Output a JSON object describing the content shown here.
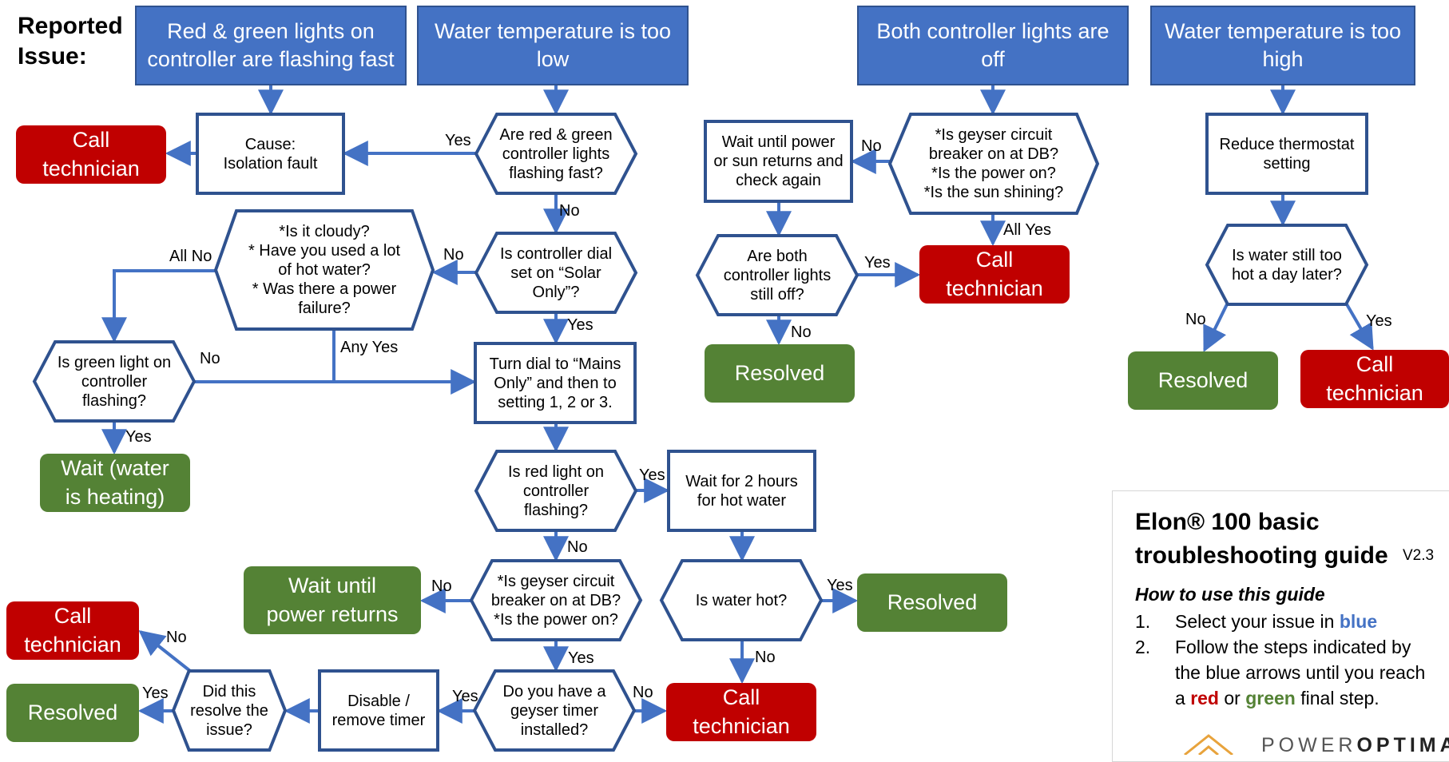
{
  "reported_label": "Reported\nIssue:",
  "colors": {
    "issue_fill": "#4472c4",
    "issue_border": "#2f528f",
    "step_border": "#2f528f",
    "arrow": "#4472c4",
    "call_fill": "#c00000",
    "resolved_fill": "#548235"
  },
  "issues": [
    {
      "id": "i1",
      "text": "Red & green lights on\ncontroller are flashing fast"
    },
    {
      "id": "i2",
      "text": "Water temperature is too\nlow"
    },
    {
      "id": "i3",
      "text": "Both controller lights are\noff"
    },
    {
      "id": "i4",
      "text": "Water temperature is too\nhigh"
    }
  ],
  "steps": [
    {
      "id": "s_cause",
      "shape": "rect",
      "text": "Cause:\nIsolation fault"
    },
    {
      "id": "d_rgflash",
      "shape": "hex",
      "text": "Are red & green\ncontroller lights\nflashing fast?"
    },
    {
      "id": "s_waitpower",
      "shape": "rect",
      "text": "Wait until power\nor sun returns and\ncheck again"
    },
    {
      "id": "d_geyser3",
      "shape": "hex",
      "text": "*Is geyser circuit\nbreaker on at DB?\n*Is the power on?\n*Is the sun shining?"
    },
    {
      "id": "s_reduce",
      "shape": "rect",
      "text": "Reduce thermostat\nsetting"
    },
    {
      "id": "d_cloudy",
      "shape": "hex",
      "text": "*Is it cloudy?\n* Have you used a lot\nof hot water?\n* Was there a power\nfailure?"
    },
    {
      "id": "d_solar",
      "shape": "hex",
      "text": "Is controller dial\nset on “Solar\nOnly”?"
    },
    {
      "id": "d_bothoff",
      "shape": "hex",
      "text": "Are both\ncontroller lights\nstill off?"
    },
    {
      "id": "d_stillhot",
      "shape": "hex",
      "text": "Is water still too\nhot a day later?"
    },
    {
      "id": "d_green",
      "shape": "hex",
      "text": "Is green light on\ncontroller\nflashing?"
    },
    {
      "id": "s_turndial",
      "shape": "rect",
      "text": "Turn dial to “Mains\nOnly” and then to\nsetting 1, 2 or 3."
    },
    {
      "id": "d_redlight",
      "shape": "hex",
      "text": "Is red light on\ncontroller\nflashing?"
    },
    {
      "id": "s_wait2h",
      "shape": "rect",
      "text": "Wait for 2 hours\nfor hot water"
    },
    {
      "id": "d_geyser2",
      "shape": "hex",
      "text": "*Is geyser circuit\nbreaker on at DB?\n*Is the power on?"
    },
    {
      "id": "d_waterhot",
      "shape": "hex",
      "text": "Is water hot?"
    },
    {
      "id": "d_timer",
      "shape": "hex",
      "text": "Do you have a\ngeyser timer\ninstalled?"
    },
    {
      "id": "s_disable",
      "shape": "rect",
      "text": "Disable /\nremove timer"
    },
    {
      "id": "d_resolve",
      "shape": "hex",
      "text": "Did this\nresolve the\nissue?"
    }
  ],
  "outcomes": [
    {
      "id": "o_call1",
      "kind": "call",
      "text": "Call\ntechnician"
    },
    {
      "id": "o_call2",
      "kind": "call",
      "text": "Call\ntechnician"
    },
    {
      "id": "o_res1",
      "kind": "resolved",
      "text": "Resolved"
    },
    {
      "id": "o_res2",
      "kind": "resolved",
      "text": "Resolved"
    },
    {
      "id": "o_call3",
      "kind": "call",
      "text": "Call\ntechnician"
    },
    {
      "id": "o_waitheat",
      "kind": "resolved",
      "text": "Wait (water\nis heating)"
    },
    {
      "id": "o_waitpower",
      "kind": "resolved",
      "text": "Wait until\npower returns"
    },
    {
      "id": "o_res3",
      "kind": "resolved",
      "text": "Resolved"
    },
    {
      "id": "o_call4",
      "kind": "call",
      "text": "Call\ntechnician"
    },
    {
      "id": "o_res4",
      "kind": "resolved",
      "text": "Resolved"
    },
    {
      "id": "o_call5",
      "kind": "call",
      "text": "Call\ntechnician"
    }
  ],
  "edge_labels": [
    {
      "id": "e1",
      "text": "Yes"
    },
    {
      "id": "e2",
      "text": "No"
    },
    {
      "id": "e3",
      "text": "No"
    },
    {
      "id": "e4",
      "text": "All Yes"
    },
    {
      "id": "e5",
      "text": "All No"
    },
    {
      "id": "e6",
      "text": "No"
    },
    {
      "id": "e7",
      "text": "Yes"
    },
    {
      "id": "e8",
      "text": "Yes"
    },
    {
      "id": "e9",
      "text": "No"
    },
    {
      "id": "e10",
      "text": "No"
    },
    {
      "id": "e11",
      "text": "Yes"
    },
    {
      "id": "e12",
      "text": "Any Yes"
    },
    {
      "id": "e13",
      "text": "No"
    },
    {
      "id": "e14",
      "text": "Yes"
    },
    {
      "id": "e15",
      "text": "Yes"
    },
    {
      "id": "e16",
      "text": "No"
    },
    {
      "id": "e17",
      "text": "No"
    },
    {
      "id": "e18",
      "text": "Yes"
    },
    {
      "id": "e19",
      "text": "No"
    },
    {
      "id": "e20",
      "text": "Yes"
    },
    {
      "id": "e21",
      "text": "No"
    },
    {
      "id": "e22",
      "text": "Yes"
    },
    {
      "id": "e23",
      "text": "Yes"
    },
    {
      "id": "e24",
      "text": "No"
    }
  ],
  "guide": {
    "title": "Elon® 100 basic\ntroubleshooting guide",
    "version": "V2.3",
    "how_heading": "How to use this guide",
    "step1_num": "1.",
    "step1_pre": "Select your issue in ",
    "step1_kw": "blue",
    "step2_num": "2.",
    "step2_line1": "Follow the steps indicated by",
    "step2_line2": "the blue arrows until you reach",
    "step2_pre": "a ",
    "step2_kw_red": "red",
    "step2_mid": " or ",
    "step2_kw_green": "green",
    "step2_post": " final step.",
    "logo_text_light": "POWER",
    "logo_text_bold": "OPTIMAL"
  }
}
